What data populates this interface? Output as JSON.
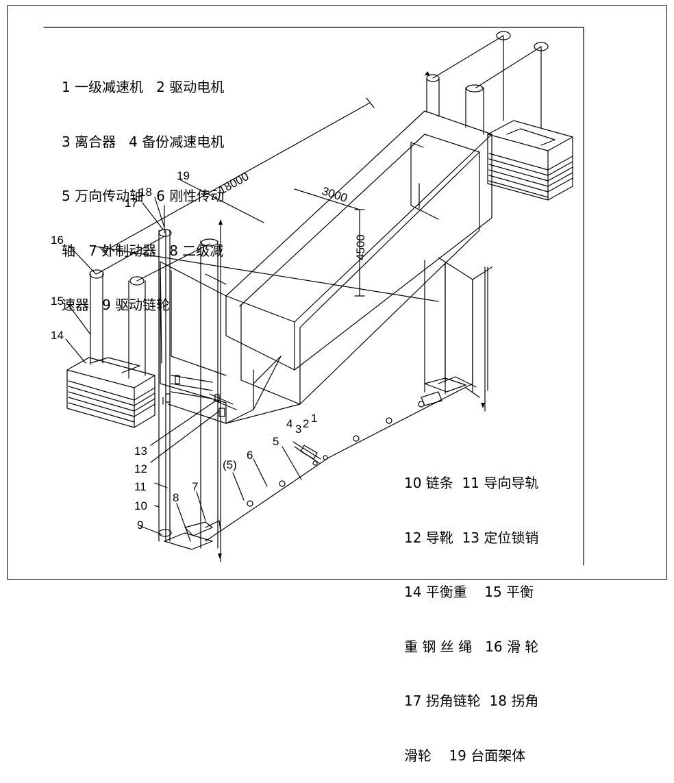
{
  "legend_top": [
    "1 一级减速机   2 驱动电机",
    "3 离合器   4 备份减速电机",
    "5 万向传动轴   6 刚性传动",
    "轴   7 外制动器   8 二级减",
    "速器   9 驱动链轮"
  ],
  "legend_bottom": [
    "10 链条  11 导向导轨",
    "12 导靴  13 定位锁销",
    "14 平衡重    15 平衡",
    "重 钢 丝 绳   16 滑 轮",
    "17 拐角链轮  18 拐角",
    "滑轮    19 台面架体"
  ],
  "dimensions": {
    "length": "18000",
    "width": "3000",
    "height": "4500"
  },
  "labels": {
    "n1": "1",
    "n2": "2",
    "n3": "3",
    "n4": "4",
    "n5": "5",
    "n5p": "(5)",
    "n6": "6",
    "n7": "7",
    "n8": "8",
    "n9": "9",
    "n10": "10",
    "n11": "11",
    "n12": "12",
    "n13": "13",
    "n14": "14",
    "n15": "15",
    "n16": "16",
    "n17": "17",
    "n18": "18",
    "n19": "19"
  }
}
